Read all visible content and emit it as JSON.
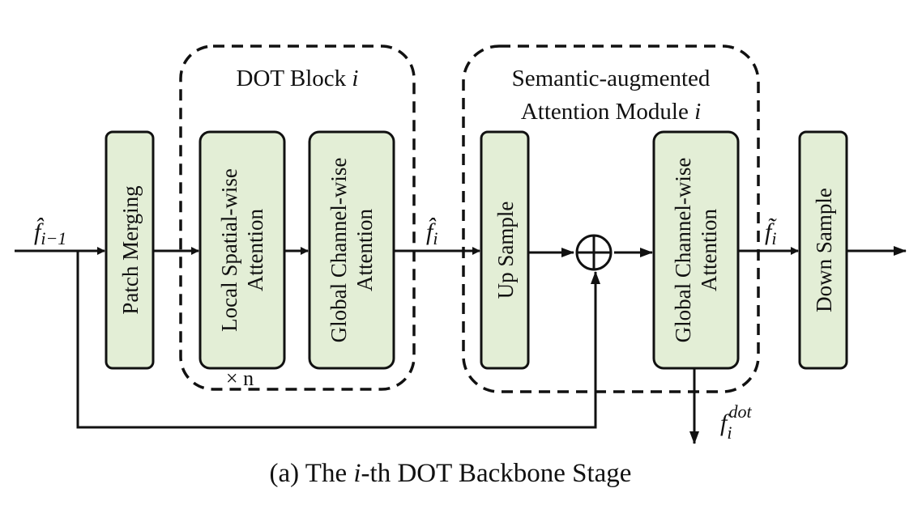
{
  "groups": {
    "dot_block": {
      "title": "DOT Block",
      "title_var": "i",
      "repeat": "× n"
    },
    "sam": {
      "title_line1": "Semantic-augmented",
      "title_line2": "Attention Module",
      "title_var": "i"
    }
  },
  "blocks": {
    "patch_merging": {
      "line1": "Patch Merging"
    },
    "local_spatial": {
      "line1": "Local Spatial-wise",
      "line2": "Attention"
    },
    "global_channel_1": {
      "line1": "Global Channel-wise",
      "line2": "Attention"
    },
    "up_sample": {
      "line1": "Up Sample"
    },
    "global_channel_2": {
      "line1": "Global Channel-wise",
      "line2": "Attention"
    },
    "down_sample": {
      "line1": "Down Sample"
    }
  },
  "operators": {
    "add": "⊕"
  },
  "signals": {
    "input": {
      "base": "f̂",
      "sub": "i−1"
    },
    "mid": {
      "base": "f̂",
      "sub": "i"
    },
    "tilde": {
      "base": "f̃",
      "sub": "i"
    },
    "output": {
      "base": "f",
      "sub": "i",
      "sup": "dot"
    }
  },
  "caption": {
    "prefix": "(a) The ",
    "var": "i",
    "suffix": "-th DOT Backbone Stage"
  }
}
